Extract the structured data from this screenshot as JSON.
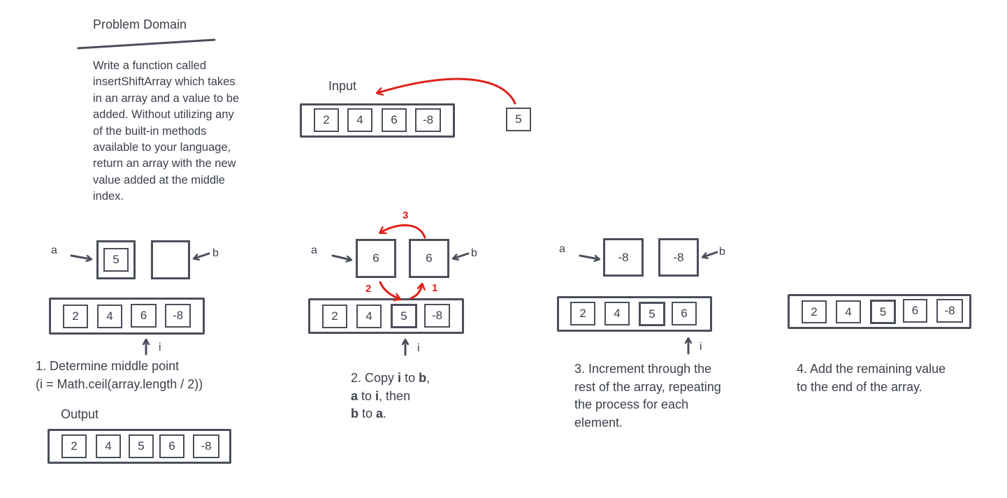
{
  "problem": {
    "title": "Problem Domain",
    "description": "Write a function called\ninsertShiftArray which takes\nin an array and a value to be\nadded. Without utilizing any\nof the built-in methods\navailable to your language,\nreturn an array with the new\nvalue added at the middle\nindex."
  },
  "input": {
    "label": "Input",
    "array": [
      "2",
      "4",
      "6",
      "-8"
    ],
    "value": "5"
  },
  "step1": {
    "a_label": "a",
    "b_label": "b",
    "i_label": "i",
    "a_value": "5",
    "b_value": "",
    "array": [
      "2",
      "4",
      "6",
      "-8"
    ],
    "text_line1": "1. Determine middle point",
    "text_line2": "(i = Math.ceil(array.length / 2))"
  },
  "output": {
    "label": "Output",
    "array": [
      "2",
      "4",
      "5",
      "6",
      "-8"
    ]
  },
  "step2": {
    "a_label": "a",
    "b_label": "b",
    "i_label": "i",
    "a_value": "6",
    "b_value": "6",
    "array": [
      "2",
      "4",
      "5",
      "-8"
    ],
    "order_1": "1",
    "order_2": "2",
    "order_3": "3",
    "text": {
      "p1": "2. Copy ",
      "p2": "i",
      "p3": " to ",
      "p4": "b",
      "p5": ",",
      "p6": "a",
      "p7": " to ",
      "p8": "i",
      "p9": ", then",
      "p10": "b",
      "p11": " to ",
      "p12": "a",
      "p13": "."
    }
  },
  "step3": {
    "a_label": "a",
    "b_label": "b",
    "i_label": "i",
    "a_value": "-8",
    "b_value": "-8",
    "array": [
      "2",
      "4",
      "5",
      "6"
    ],
    "text": "3. Increment through the\nrest of the array, repeating\nthe process for each\nelement."
  },
  "step4": {
    "array": [
      "2",
      "4",
      "5",
      "6",
      "-8"
    ],
    "text": "4. Add the remaining value\nto the end of the array."
  },
  "colors": {
    "ink": "#4a4f5a",
    "text": "#3c414c",
    "accent": "#e0201a"
  }
}
